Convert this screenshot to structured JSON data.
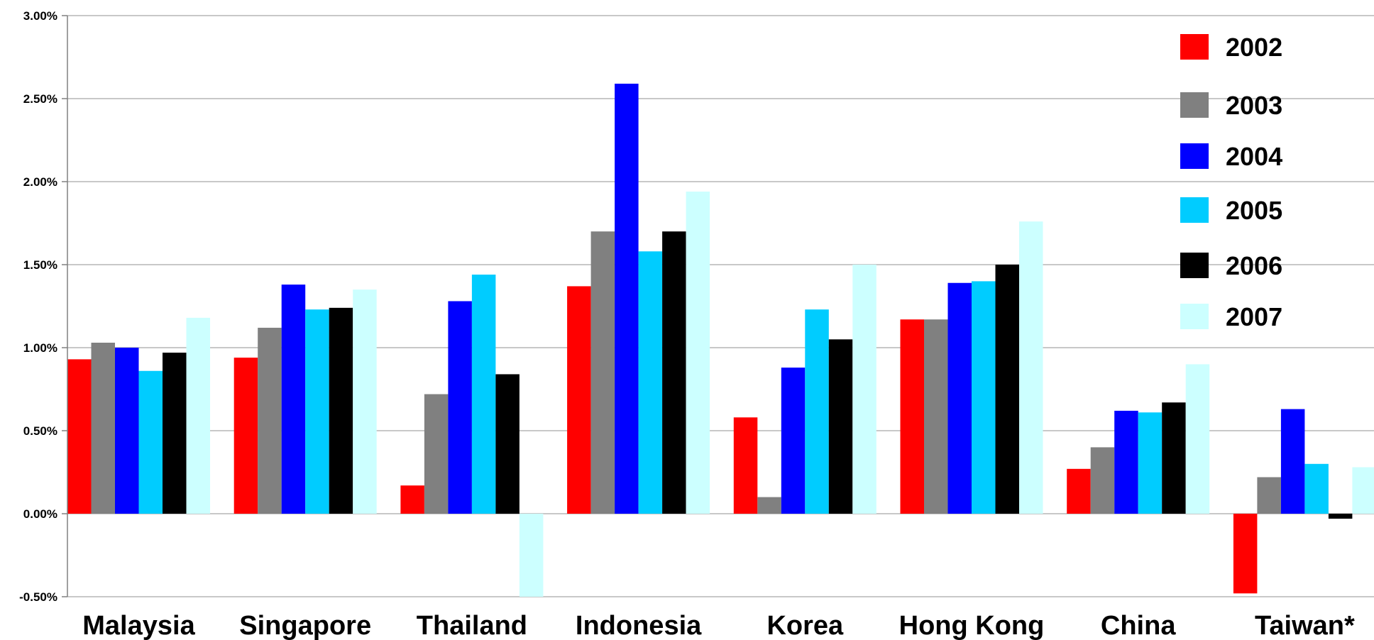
{
  "chart_data": {
    "type": "bar",
    "title": "",
    "xlabel": "",
    "ylabel": "",
    "ylim": [
      -0.5,
      3.0
    ],
    "y_ticks": [
      "3.00%",
      "2.50%",
      "2.00%",
      "1.50%",
      "1.00%",
      "0.50%",
      "0.00%",
      "-0.50%"
    ],
    "y_tick_values": [
      3.0,
      2.5,
      2.0,
      1.5,
      1.0,
      0.5,
      0.0,
      -0.5
    ],
    "grid": true,
    "legend_position": "top-right",
    "categories": [
      "Malaysia",
      "Singapore",
      "Thailand",
      "Indonesia",
      "Korea",
      "Hong Kong",
      "China",
      "Taiwan*"
    ],
    "series": [
      {
        "name": "2002",
        "color": "#ff0000",
        "values": [
          0.93,
          0.94,
          0.17,
          1.37,
          0.58,
          1.17,
          0.27,
          -0.48
        ]
      },
      {
        "name": "2003",
        "color": "#808080",
        "values": [
          1.03,
          1.12,
          0.72,
          1.7,
          0.1,
          1.17,
          0.4,
          0.22
        ]
      },
      {
        "name": "2004",
        "color": "#0000ff",
        "values": [
          1.0,
          1.38,
          1.28,
          2.59,
          0.88,
          1.39,
          0.62,
          0.63
        ]
      },
      {
        "name": "2005",
        "color": "#00ccff",
        "values": [
          0.86,
          1.23,
          1.44,
          1.58,
          1.23,
          1.4,
          0.61,
          0.3
        ]
      },
      {
        "name": "2006",
        "color": "#000000",
        "values": [
          0.97,
          1.24,
          0.84,
          1.7,
          1.05,
          1.5,
          0.67,
          -0.03
        ]
      },
      {
        "name": "2007",
        "color": "#ccffff",
        "values": [
          1.18,
          1.35,
          -0.5,
          1.94,
          1.5,
          1.76,
          0.9,
          0.28
        ]
      }
    ]
  }
}
